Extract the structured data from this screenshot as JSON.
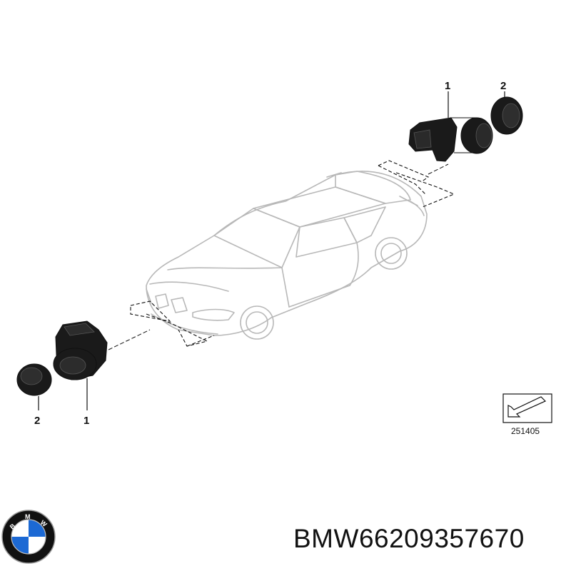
{
  "callouts": {
    "rear_sensor": "1",
    "rear_ring": "2",
    "front_ring": "2",
    "front_sensor": "1"
  },
  "reference": {
    "number": "251405"
  },
  "brand_logo": {
    "letters": [
      "B",
      "M",
      "W"
    ],
    "colors": {
      "ring": "#111111",
      "blue": "#1c69d4",
      "white": "#ffffff"
    }
  },
  "footer": {
    "brand": "BMW",
    "part_number": "66209357670"
  },
  "colors": {
    "car_outline": "#b8b8b8",
    "part_fill": "#1a1a1a",
    "line": "#111111"
  }
}
